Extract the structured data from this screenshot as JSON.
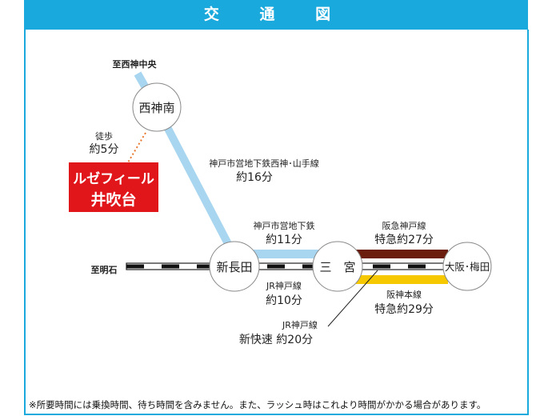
{
  "title": "交 通 図",
  "destinations": {
    "north": "至西神中央",
    "west": "至明石"
  },
  "stations": {
    "seishin_minami": "西神南",
    "shin_nagata": "新長田",
    "sannomiya": "三　宮",
    "osaka_umeda": "大阪･梅田"
  },
  "property": {
    "line1": "ルゼフィール",
    "line2": "井吹台"
  },
  "walk": {
    "label": "徒歩",
    "time": "約5分"
  },
  "routes": {
    "subway_seishin": {
      "name": "神戸市営地下鉄西神･山手線",
      "time": "約16分"
    },
    "subway_kaigan": {
      "name": "神戸市営地下鉄",
      "time": "約11分"
    },
    "jr_local": {
      "name": "JR神戸線",
      "time": "約10分"
    },
    "hankyu": {
      "name": "阪急神戸線",
      "time": "特急約27分"
    },
    "hanshin": {
      "name": "阪神本線",
      "time": "特急約29分"
    },
    "jr_rapid": {
      "name": "JR神戸線",
      "time": "新快速 約20分"
    }
  },
  "colors": {
    "accent": "#1aa9dc",
    "subway": "#a8d6f0",
    "hankyu": "#6b1e0e",
    "hanshin": "#f5c800",
    "property": "#e0161b",
    "walk": "#e8772e"
  },
  "note": "※所要時間には乗換時間、待ち時間を含みません。また、ラッシュ時はこれより時間がかかる場合があります。"
}
